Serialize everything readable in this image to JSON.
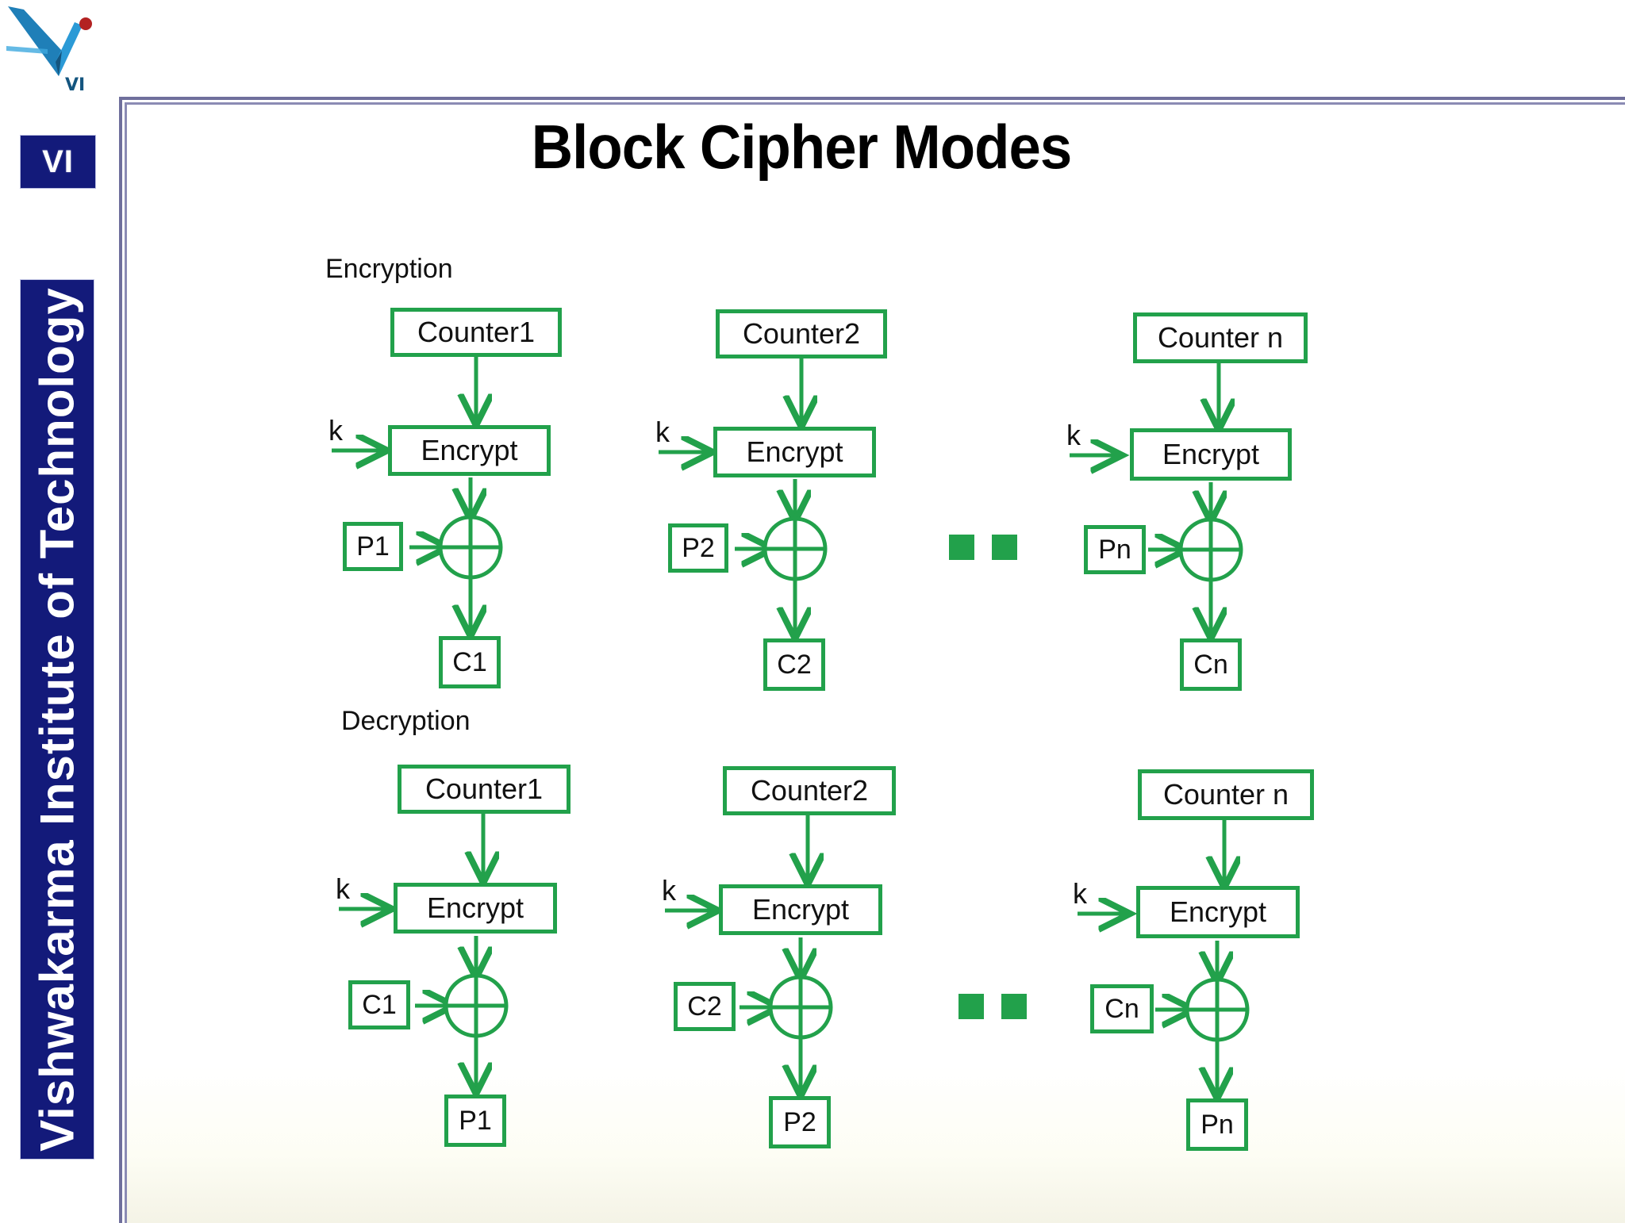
{
  "branding": {
    "badge_text": "VI",
    "rail_text": "Vishwakarma  Institute  of  Technology",
    "logo_icon": "vit-checkmark-logo"
  },
  "slide": {
    "title": "Block Cipher Modes"
  },
  "diagram": {
    "sections": [
      {
        "label": "Encryption"
      },
      {
        "label": "Decryption"
      }
    ],
    "encryption": {
      "label": "Encryption",
      "columns": [
        {
          "counter": "Counter1",
          "key": "k",
          "cipher": "Encrypt",
          "input": "P1",
          "output": "C1",
          "xor": "xor-operator"
        },
        {
          "counter": "Counter2",
          "key": "k",
          "cipher": "Encrypt",
          "input": "P2",
          "output": "C2",
          "xor": "xor-operator"
        },
        {
          "counter": "Counter n",
          "key": "k",
          "cipher": "Encrypt",
          "input": "Pn",
          "output": "Cn",
          "xor": "xor-operator"
        }
      ],
      "ellipsis": "ellipsis-dots"
    },
    "decryption": {
      "label": "Decryption",
      "columns": [
        {
          "counter": "Counter1",
          "key": "k",
          "cipher": "Encrypt",
          "input": "C1",
          "output": "P1",
          "xor": "xor-operator"
        },
        {
          "counter": "Counter2",
          "key": "k",
          "cipher": "Encrypt",
          "input": "C2",
          "output": "P2",
          "xor": "xor-operator"
        },
        {
          "counter": "Counter n",
          "key": "k",
          "cipher": "Encrypt",
          "input": "Cn",
          "output": "Pn",
          "xor": "xor-operator"
        }
      ],
      "ellipsis": "ellipsis-dots"
    }
  },
  "colors": {
    "diagram_green": "#22a14b",
    "brand_navy": "#131a7a",
    "frame_purple": "#6f6f9c",
    "text_black": "#111111"
  }
}
